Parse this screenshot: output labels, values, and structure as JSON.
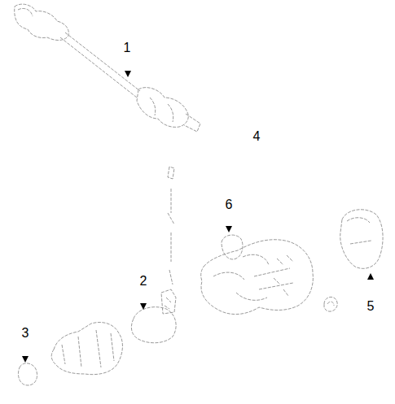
{
  "diagram": {
    "labels": [
      "1",
      "4",
      "6",
      "2",
      "5",
      "3"
    ]
  }
}
